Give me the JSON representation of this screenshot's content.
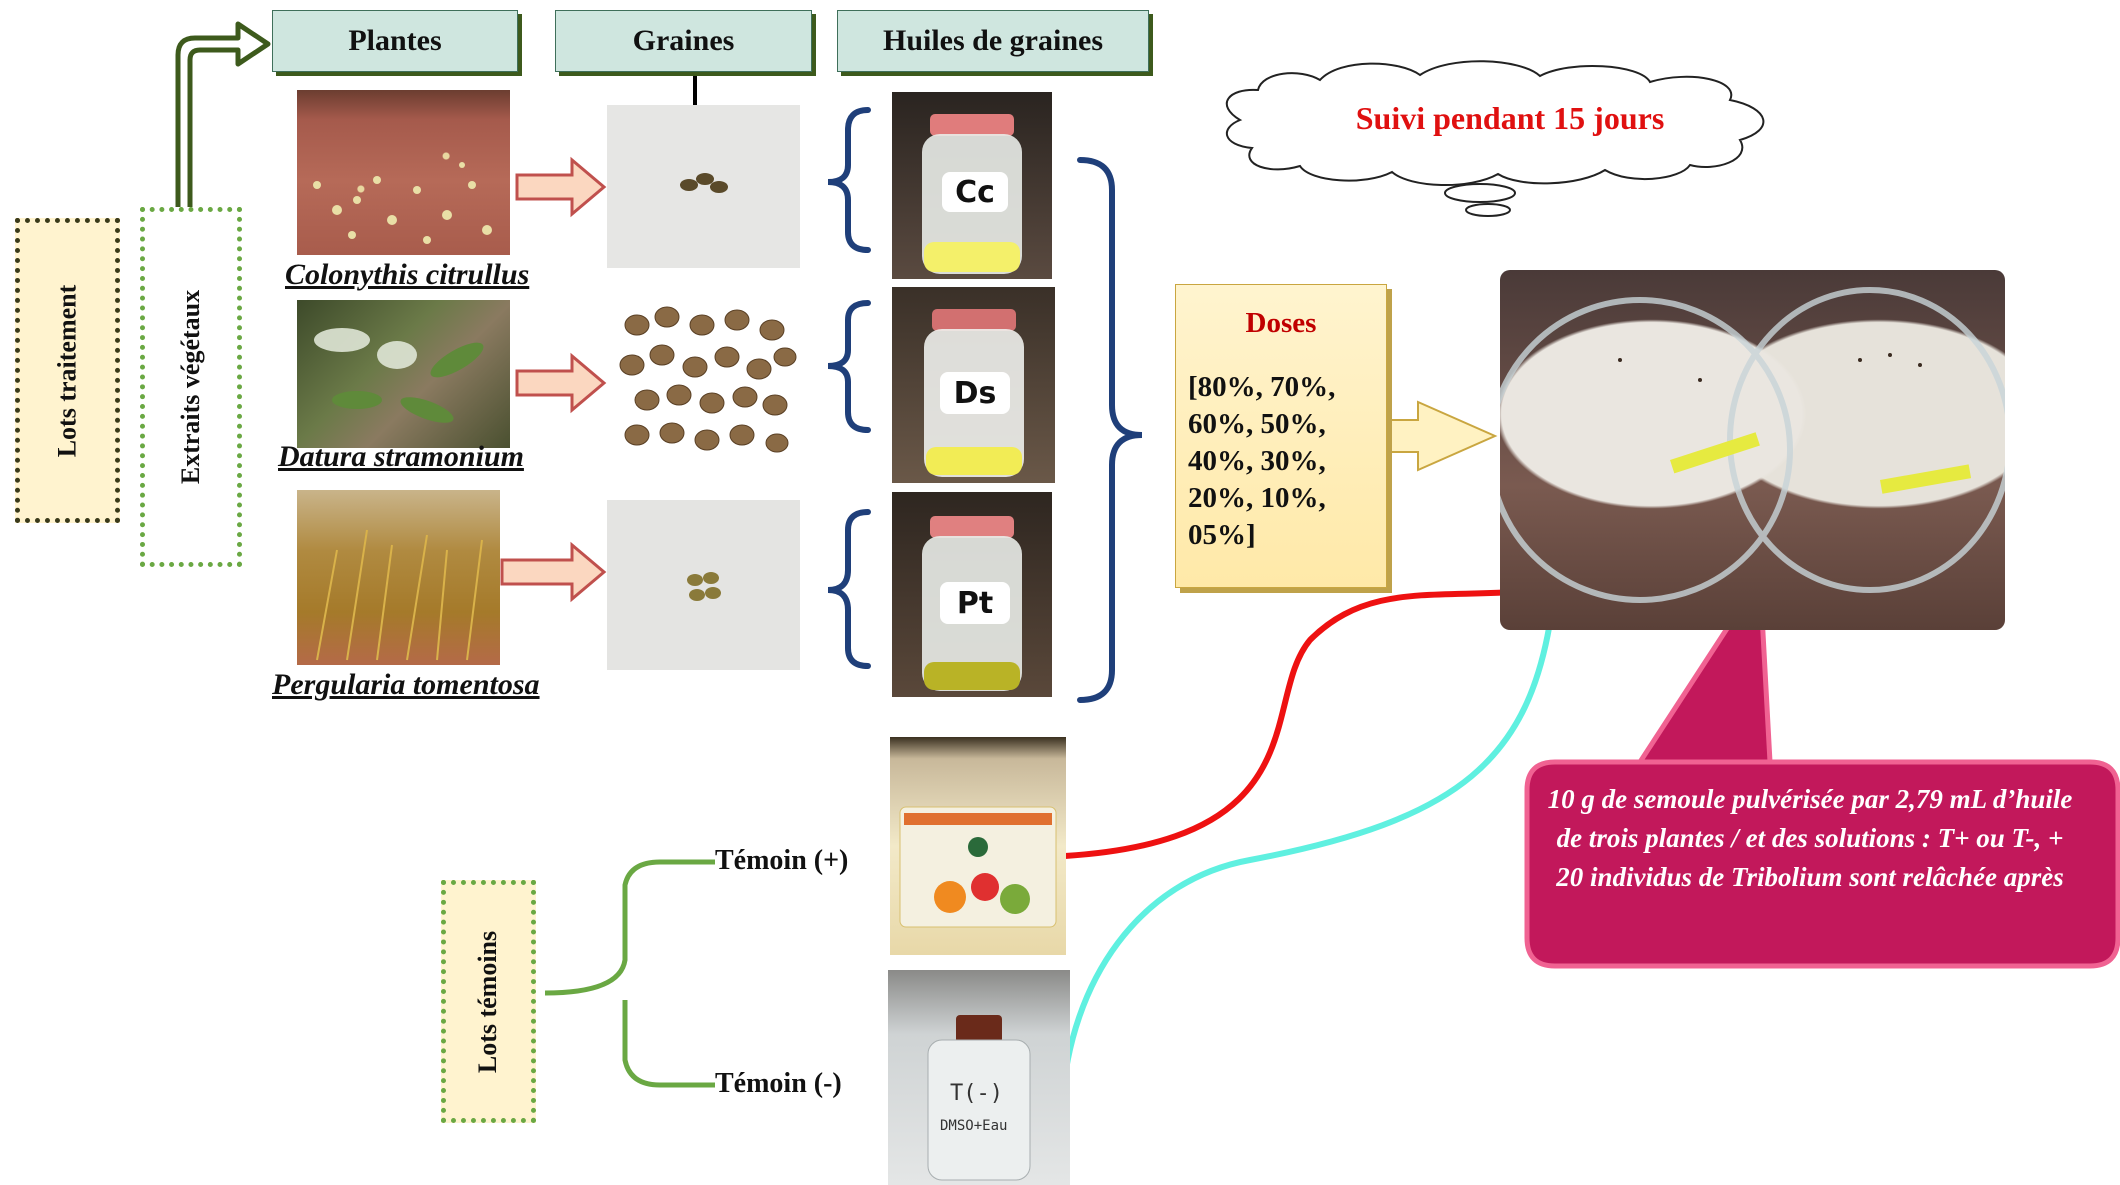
{
  "headers": {
    "plantes": "Plantes",
    "graines": "Graines",
    "huiles": "Huiles de graines"
  },
  "side_labels": {
    "lots_traitement": "Lots traitement",
    "extraits": "Extraits végétaux",
    "lots_temoins": "Lots témoins"
  },
  "plants": [
    {
      "name": "Colonythis citrullus",
      "jar_label": "Cc",
      "oil_color": "#f4f06a"
    },
    {
      "name": "Datura stramonium",
      "jar_label": "Ds",
      "oil_color": "#f2ec55"
    },
    {
      "name": "Pergularia tomentosa",
      "jar_label": "Pt",
      "oil_color": "#b9b326"
    }
  ],
  "cloud": "Suivi pendant 15 jours",
  "doses": {
    "title": "Doses",
    "values": "[80%, 70%, 60%, 50%, 40%, 30%, 20%, 10%, 05%]"
  },
  "callout": "10 g de semoule pulvérisée par 2,79 mL d’huile de trois plantes / et des solutions : T+ ou T-, + 20 individus de Tribolium sont relâchée après",
  "controls": {
    "positive": "Témoin (+)",
    "negative": "Témoin (-)"
  },
  "colors": {
    "header_bg": "#cfe6df",
    "dark_green_arrow": "#3d5a1c",
    "dotted_green": "#6aa843",
    "brace_navy": "#1f3f7a",
    "orange_arrow_fill": "#fbd7c0",
    "orange_arrow_stroke": "#c0504d",
    "callout": "#c2185b",
    "red_curve": "#ee1111",
    "cyan_curve": "#5ff0e0"
  }
}
